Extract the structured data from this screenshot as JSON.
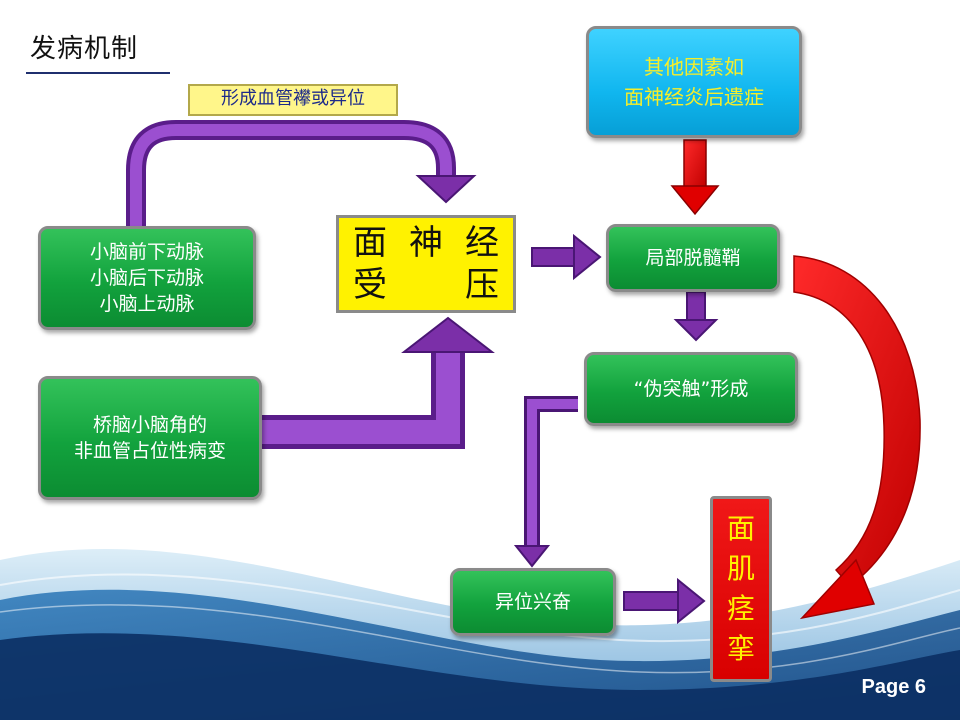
{
  "title": "发病机制",
  "diagram": {
    "label_top": "形成血管襻或异位",
    "box_arteries": [
      "小脑前下动脉",
      "小脑后下动脉",
      "小脑上动脉"
    ],
    "box_cp_angle": [
      "桥脑小脑角的",
      "非血管占位性病变"
    ],
    "box_compression": [
      "面",
      "神",
      "经",
      "受",
      "压"
    ],
    "box_other_factors": [
      "其他因素如",
      "面神经炎后遗症"
    ],
    "box_demyelination": "局部脱髓鞘",
    "box_pseudo_synapse": "“伪突触”形成",
    "box_ectopic": "异位兴奋",
    "box_spasm": [
      "面",
      "肌",
      "痉",
      "挛"
    ]
  },
  "footer": {
    "page": "Page 6"
  },
  "colors": {
    "green": "#12a23d",
    "blue": "#10b6ef",
    "yellow": "#fff200",
    "red": "#d80000",
    "arrow_purple": "#7b2fa8",
    "label_text": "#1e2b8a"
  }
}
